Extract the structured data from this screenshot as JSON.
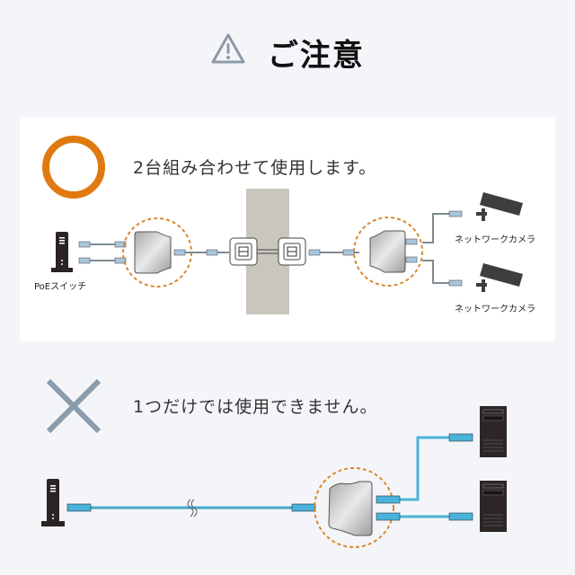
{
  "title": {
    "icon": "warning-triangle-icon",
    "text": "ご注意"
  },
  "correct": {
    "mark": "circle-ok-icon",
    "heading": "2台組み合わせて使用します。",
    "labels": {
      "switch": "PoEスイッチ",
      "camera_top": "ネットワークカメラ",
      "camera_bottom": "ネットワークカメラ"
    }
  },
  "incorrect": {
    "mark": "cross-ng-icon",
    "heading": "1つだけでは使用できません。"
  },
  "colors": {
    "ok_orange": "#e07a10",
    "ng_gray": "#8a9bab",
    "cable_blue": "#4ab3d9",
    "wall_beige": "#c8c6bd",
    "dashed_circle": "#d98a2e",
    "background": "#f4f5f9"
  }
}
